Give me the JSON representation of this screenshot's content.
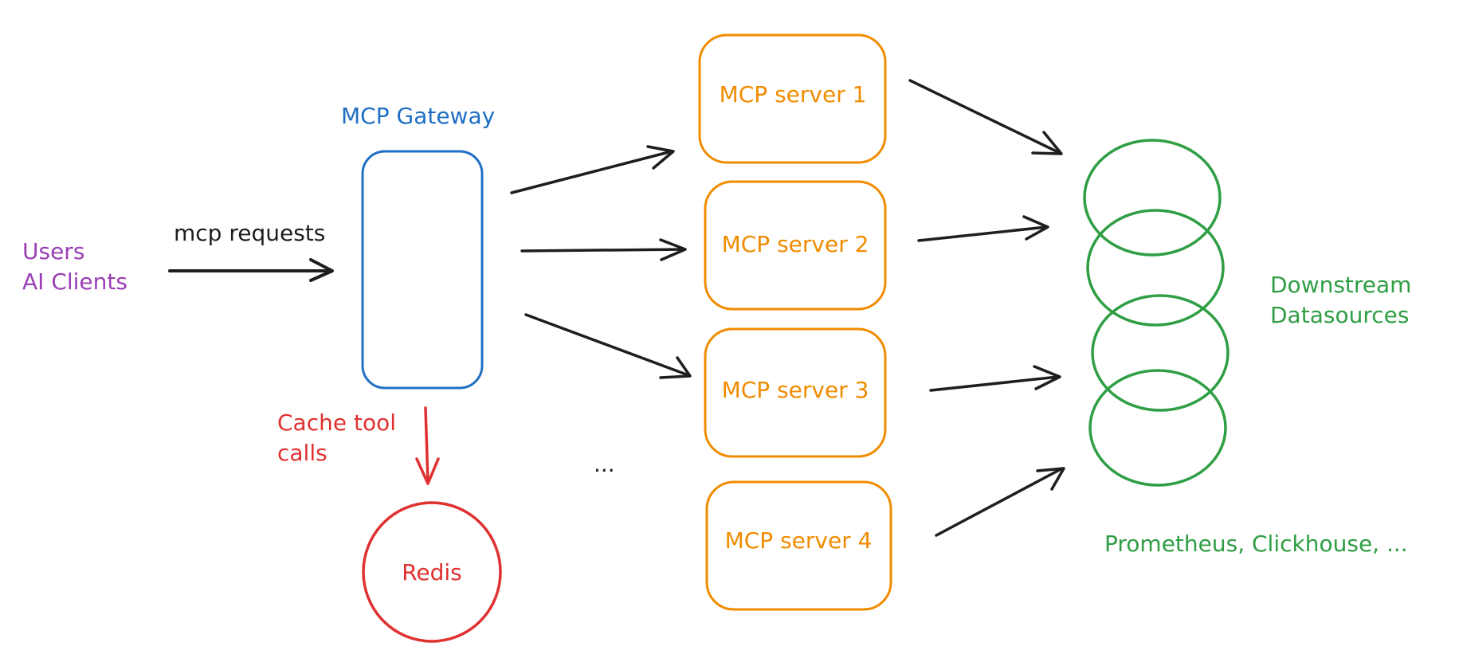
{
  "client": {
    "line1": "Users",
    "line2": "AI Clients",
    "color": "#9b3fb5"
  },
  "requests_label": "mcp requests",
  "gateway": {
    "label": "MCP Gateway",
    "color": "#1f6fc4"
  },
  "cache": {
    "line1": "Cache tool",
    "line2": "calls",
    "color": "#e03131"
  },
  "redis": {
    "label": "Redis",
    "color": "#e03131"
  },
  "ellipsis": "...",
  "servers": {
    "color": "#f08c00",
    "items": [
      {
        "label": "MCP server 1"
      },
      {
        "label": "MCP server 2"
      },
      {
        "label": "MCP server 3"
      },
      {
        "label": "MCP server 4"
      }
    ]
  },
  "datasources": {
    "line1": "Downstream",
    "line2": "Datasources",
    "examples": "Prometheus, Clickhouse, ...",
    "color": "#2f9e44"
  },
  "arrow_color": "#1e1e1e"
}
